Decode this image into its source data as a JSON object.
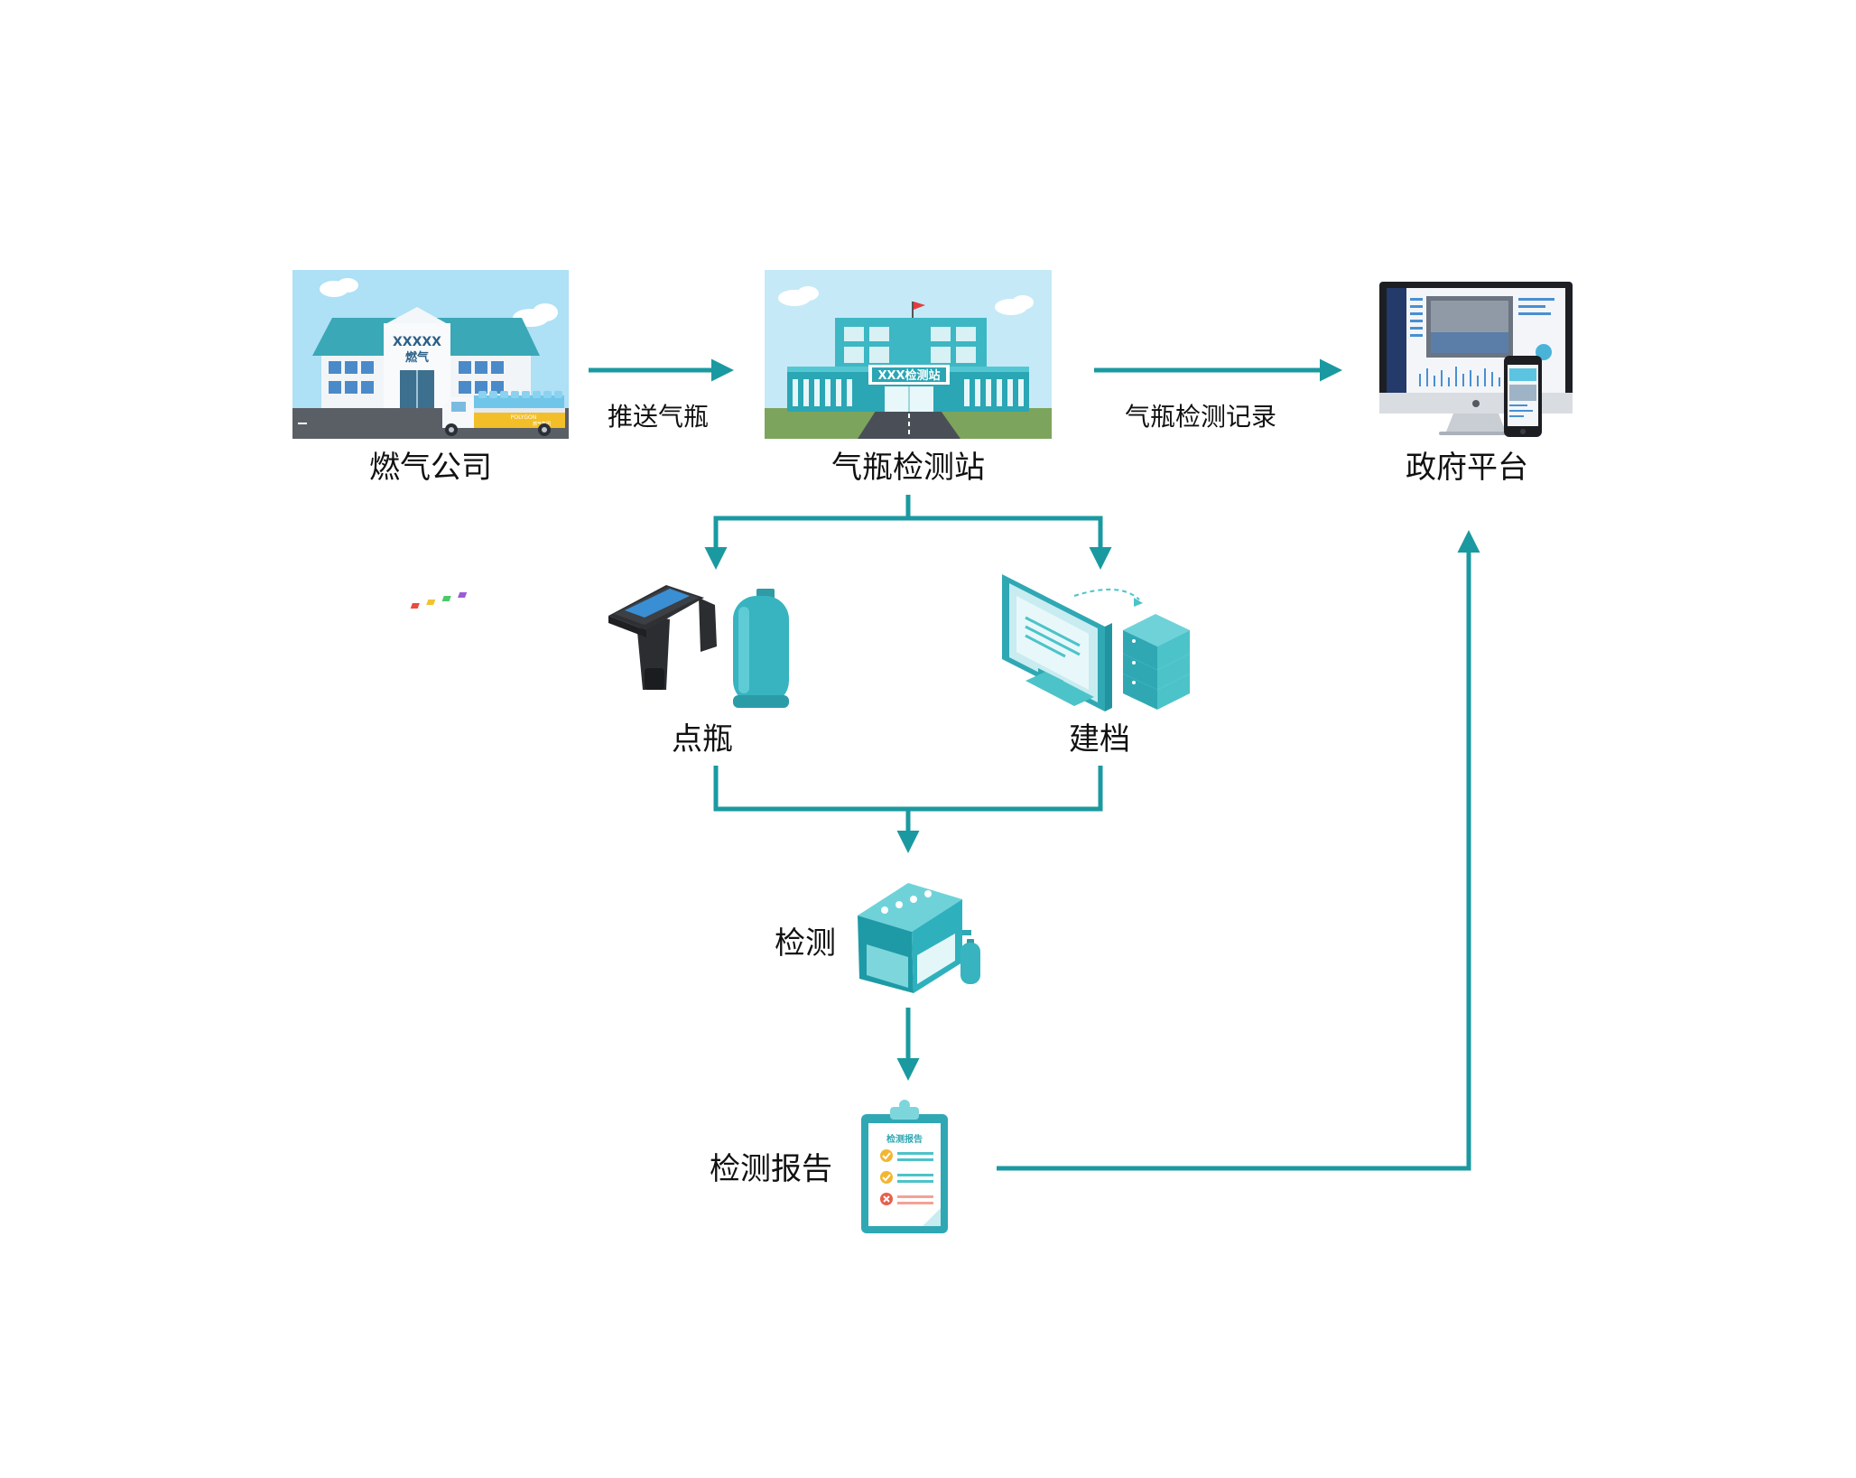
{
  "nodes": {
    "gas_company": {
      "label": "燃气公司",
      "sign_line1": "XXXXX",
      "sign_line2": "燃气",
      "truck_brand": "POLYGON",
      "truck_sub": "燃气集团"
    },
    "inspection_station": {
      "label": "气瓶检测站",
      "sign": "XXX检测站"
    },
    "government_platform": {
      "label": "政府平台"
    },
    "scan_cylinder": {
      "label": "点瓶"
    },
    "create_record": {
      "label": "建档"
    },
    "inspection": {
      "label": "检测"
    },
    "inspection_report": {
      "label": "检测报告",
      "doc_title": "检测报告"
    }
  },
  "edges": {
    "push_cylinders": "推送气瓶",
    "inspection_records": "气瓶检测记录"
  },
  "colors": {
    "teal": "#1a9aa0",
    "teal_light": "#4cc3c9",
    "sky": "#aee0f6",
    "text": "#111111"
  }
}
